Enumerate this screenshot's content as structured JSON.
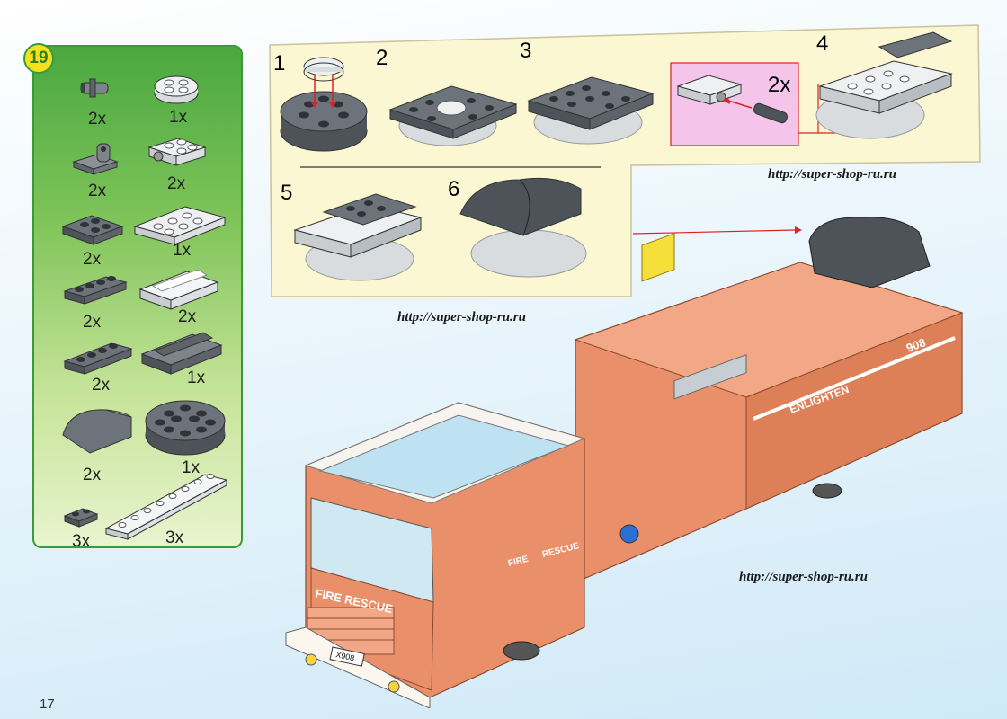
{
  "step_number": "19",
  "page_number": "17",
  "parts": [
    {
      "name": "connector-pin",
      "qty": "2x"
    },
    {
      "name": "round-plate-2x2",
      "qty": "1x"
    },
    {
      "name": "clip-plate",
      "qty": "2x"
    },
    {
      "name": "plate-2x2-with-pin-hole",
      "qty": "2x"
    },
    {
      "name": "plate-2x3",
      "qty": "2x"
    },
    {
      "name": "plate-2x4",
      "qty": "1x"
    },
    {
      "name": "plate-1x4",
      "qty": "2x"
    },
    {
      "name": "slope-brick-1x4",
      "qty": "2x"
    },
    {
      "name": "plate-1x4-b",
      "qty": "2x"
    },
    {
      "name": "slope-brick-1x4-dark",
      "qty": "1x"
    },
    {
      "name": "curved-slope-2x2",
      "qty": "2x"
    },
    {
      "name": "round-plate-4x4",
      "qty": "1x"
    },
    {
      "name": "plate-1x2",
      "qty": "3x"
    },
    {
      "name": "plate-1x8",
      "qty": "3x"
    }
  ],
  "steps": {
    "s1": "1",
    "s2": "2",
    "s3": "3",
    "s4": "4",
    "s5": "5",
    "s6": "6",
    "sub_qty": "2x"
  },
  "watermarks": {
    "w1": "http://super-shop-ru.ru",
    "w2": "http://super-shop-ru.ru",
    "w3": "http://super-shop-ru.ru"
  },
  "truck": {
    "cab_text": "FIRE RESCUE",
    "side_logo_text": "FIRE",
    "side_logo_text2": "RESCUE",
    "body_text": "ENLIGHTEN",
    "number": "908",
    "plate": "X908"
  },
  "colors": {
    "truck_body": "#e9906a",
    "parts_panel_green": "#49a83f",
    "steps_panel_bg": "#fbf7d3",
    "badge_yellow": "#f3e21b",
    "dark_grey": "#6c737a",
    "light_grey": "#d9dde0",
    "pink_subassembly": "#f4c4ea"
  }
}
